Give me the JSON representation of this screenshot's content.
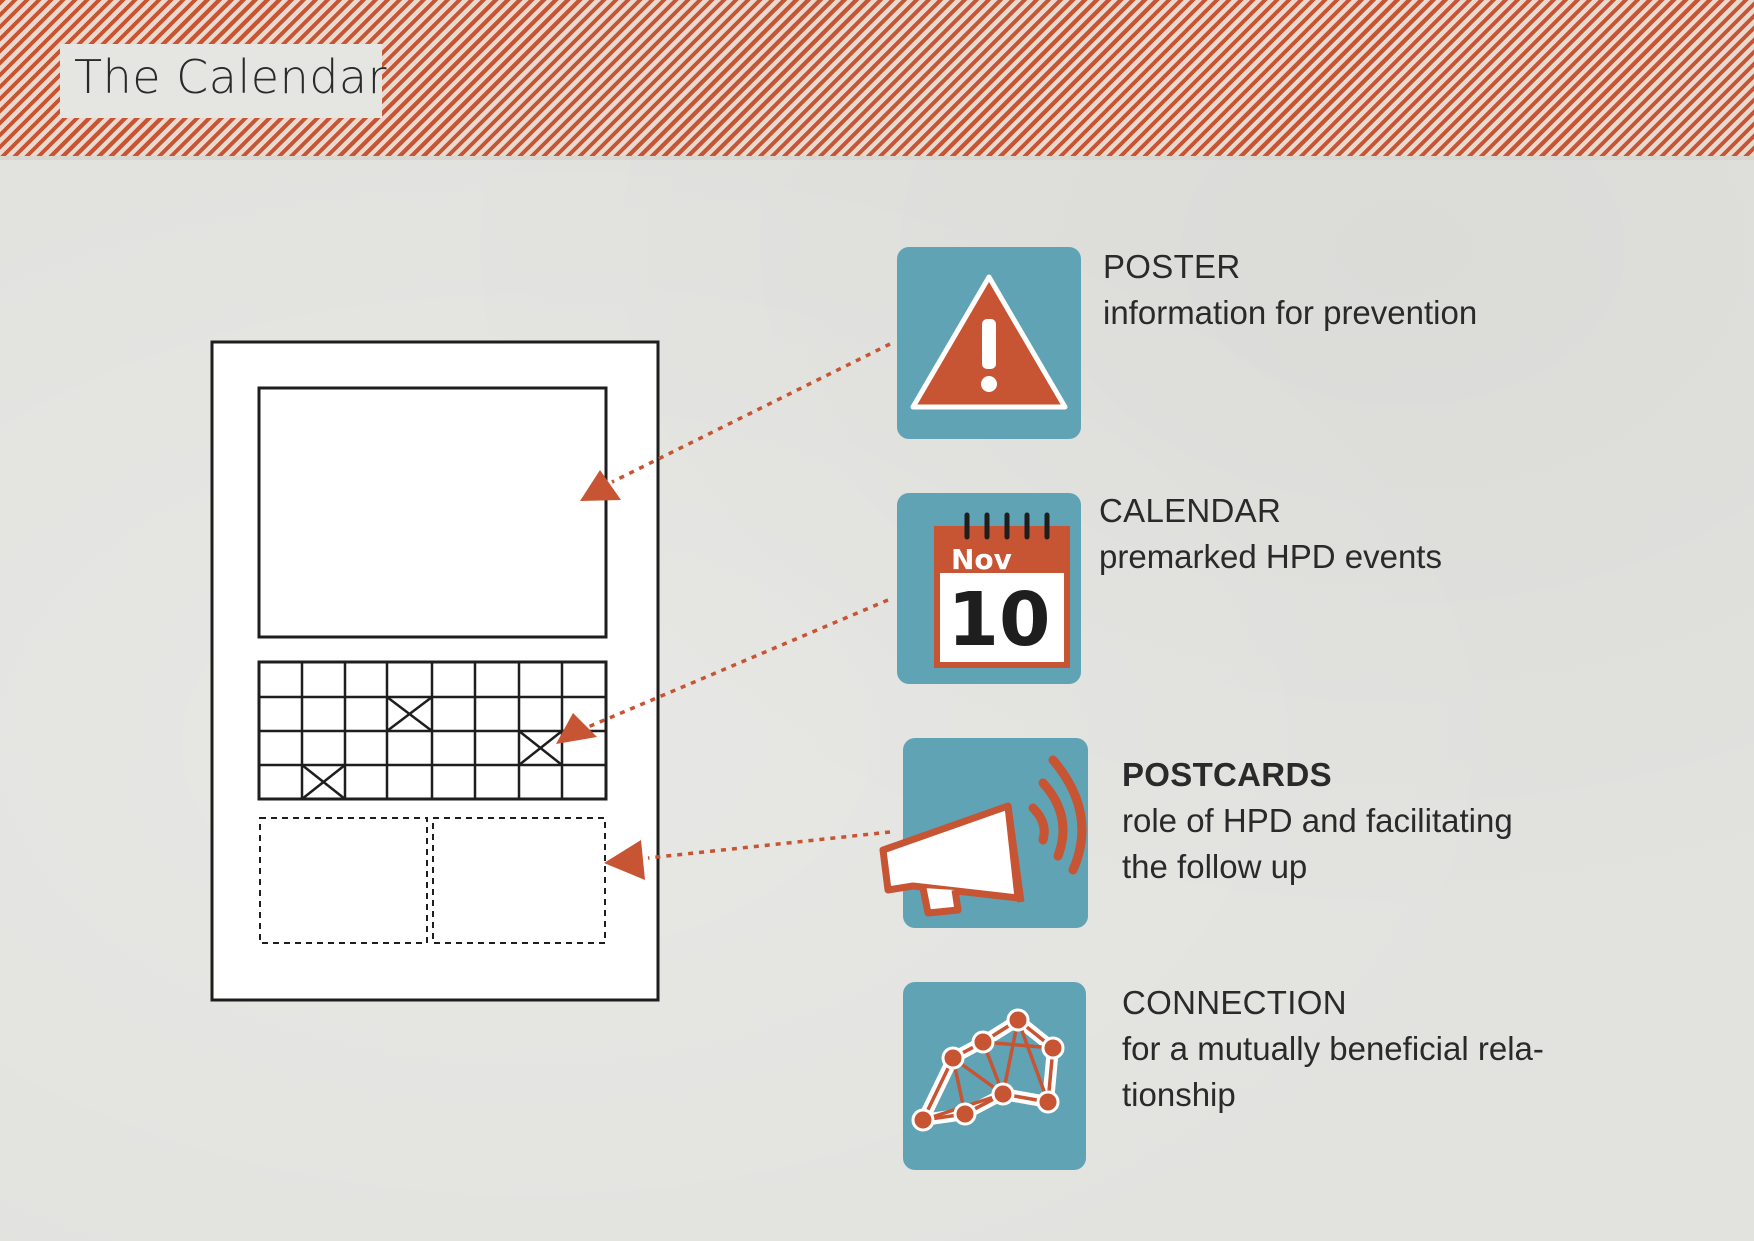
{
  "header": {
    "title": "The Calendar"
  },
  "calendar_icon": {
    "month": "Nov",
    "day": "10"
  },
  "items": [
    {
      "title": "POSTER",
      "bold": false,
      "description": "information for prevention",
      "icon": "warning-icon"
    },
    {
      "title": "CALENDAR",
      "bold": false,
      "description": "premarked HPD events",
      "icon": "calendar-icon"
    },
    {
      "title": "POSTCARDS",
      "bold": true,
      "description": "role of HPD and facilitating\nthe follow up",
      "icon": "megaphone-icon"
    },
    {
      "title": "CONNECTION",
      "bold": false,
      "description": "for a mutually beneficial rela-\ntionship",
      "icon": "network-icon"
    }
  ],
  "colors": {
    "accent": "#c75432",
    "tile": "#5fa3b5",
    "background": "#e2e2df",
    "text": "#2a2a2a"
  }
}
